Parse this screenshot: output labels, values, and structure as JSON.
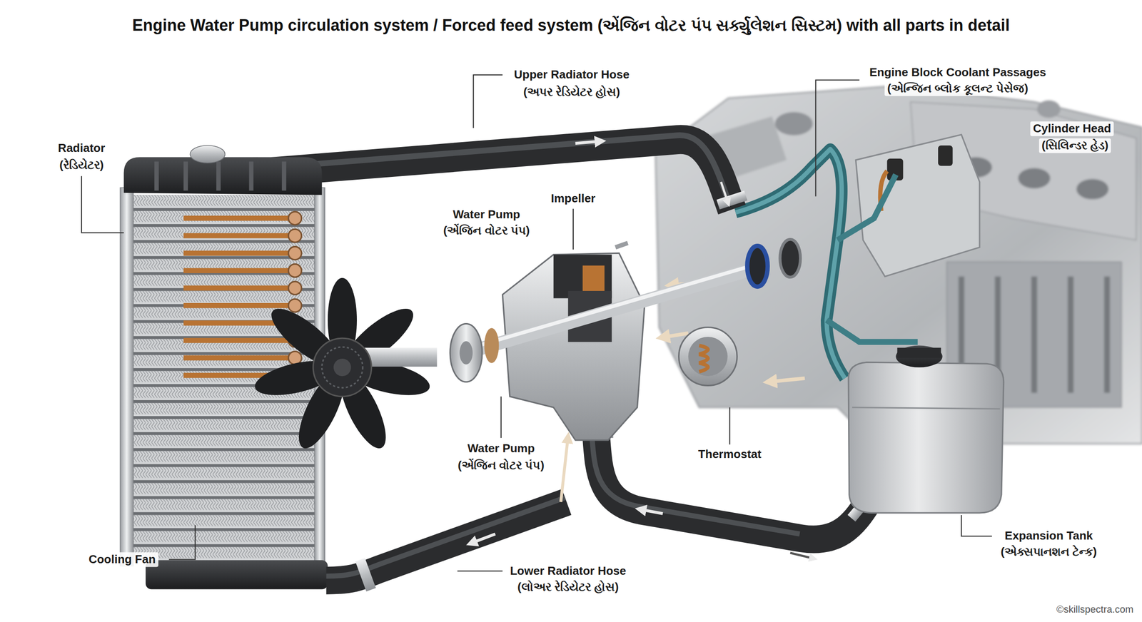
{
  "diagram": {
    "title": "Engine Water Pump circulation system / Forced feed system (એંજિન વોટર પંપ સર્ક્યુલેશન સિસ્ટમ) with all parts in detail",
    "labels": [
      "Upper Radiator Hose",
      "(અપર રેડિયેટર હોસ)",
      "Engine Block Coolant Passages",
      "(એન્જિન બ્લોક કૂલન્ટ પેસેજ)",
      "Cylinder Head",
      "(સિલિન્ડર હેડ)",
      "Radiator",
      "(રેડિયેટર)",
      "Impeller",
      "Water Pump",
      "(એંજિન વોટર પંપ)",
      "Water Pump",
      "(એંજિન વોટર પંપ)",
      "Thermostat",
      "Cooling Fan",
      "Lower Radiator Hose",
      "(લોઅર રેડિયેટર હોસ)",
      "Expansion Tank",
      "(એક્સપાનશન ટેન્ક)",
      "©skillspectra.com"
    ]
  }
}
